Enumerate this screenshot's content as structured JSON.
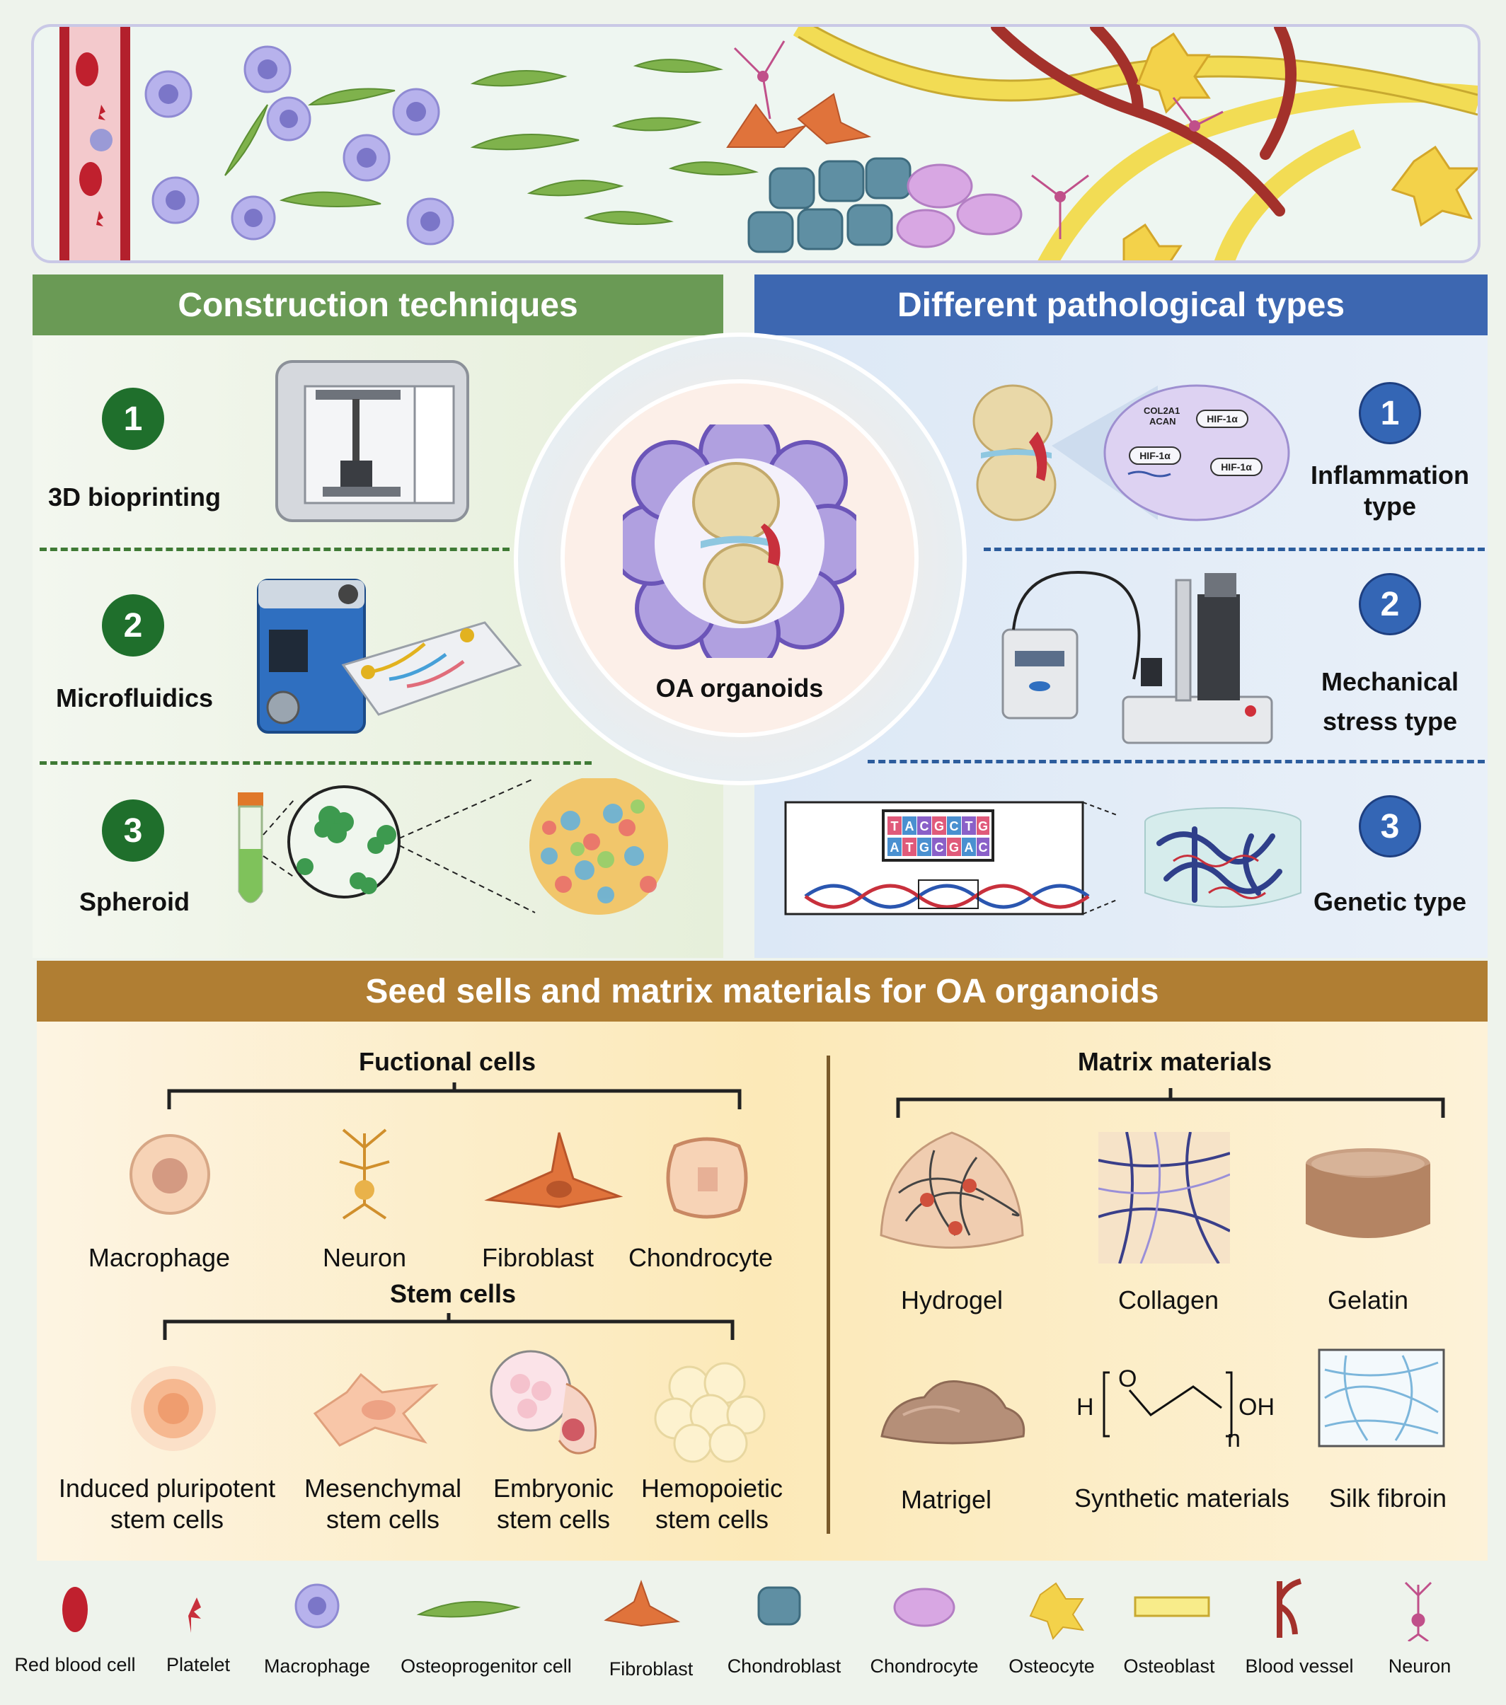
{
  "construction": {
    "header": "Construction techniques",
    "items": [
      {
        "num": "1",
        "label": "3D bioprinting"
      },
      {
        "num": "2",
        "label": "Microfluidics"
      },
      {
        "num": "3",
        "label": "Spheroid"
      }
    ]
  },
  "pathological": {
    "header": "Different pathological types",
    "items": [
      {
        "num": "1",
        "label": "Inflammation type"
      },
      {
        "num": "2",
        "label": "Mechanical stress type"
      },
      {
        "num": "3",
        "label": "Genetic type"
      }
    ],
    "inflammation_labels": [
      "COL2A1",
      "ACAN",
      "HIF-1α",
      "HIF-1α",
      "HIF-1α"
    ],
    "genetic_letters": [
      "T",
      "A",
      "C",
      "G",
      "C",
      "T",
      "G",
      "A",
      "T",
      "G",
      "C",
      "G",
      "A",
      "C"
    ]
  },
  "center": {
    "label": "OA organoids"
  },
  "seed": {
    "header": "Seed sells and matrix materials for OA organoids",
    "functional_title": "Fuctional cells",
    "functional_cells": [
      "Macrophage",
      "Neuron",
      "Fibroblast",
      "Chondrocyte"
    ],
    "stem_title": "Stem cells",
    "stem_cells": [
      "Induced pluripotent stem cells",
      "Mesenchymal stem cells",
      "Embryonic stem cells",
      "Hemopoietic stem cells"
    ],
    "matrix_title": "Matrix materials",
    "matrix_materials": [
      "Hydrogel",
      "Collagen",
      "Gelatin",
      "Matrigel",
      "Synthetic materials",
      "Silk fibroin"
    ],
    "synthetic_formula": {
      "h": "H",
      "o": "O",
      "oh": "OH",
      "n": "n"
    }
  },
  "legend": [
    "Red blood cell",
    "Platelet",
    "Macrophage",
    "Osteoprogenitor cell",
    "Fibroblast",
    "Chondroblast",
    "Chondrocyte",
    "Osteocyte",
    "Osteoblast",
    "Blood vessel",
    "Neuron"
  ],
  "colors": {
    "green_header": "#6a9a55",
    "blue_header": "#3d67b1",
    "gold_header": "#b07e33",
    "green_number": "#1f6f2c",
    "blue_number": "#3466b5"
  }
}
